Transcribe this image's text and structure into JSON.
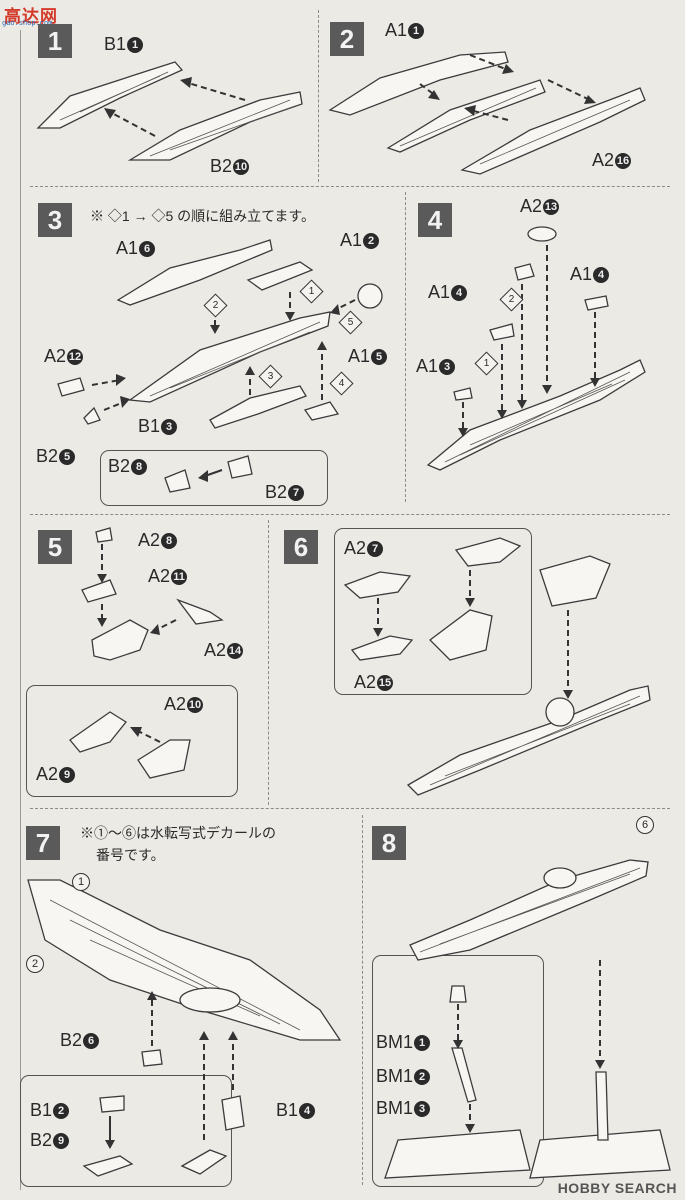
{
  "site_logo": {
    "text": "高达网",
    "url": "gao.shop.com"
  },
  "watermark": "HOBBY SEARCH",
  "steps": [
    {
      "num": "1",
      "labels": [
        {
          "text": "B1",
          "n": "1"
        },
        {
          "text": "B2",
          "n": "10"
        }
      ]
    },
    {
      "num": "2",
      "labels": [
        {
          "text": "A1",
          "n": "1"
        },
        {
          "text": "A2",
          "n": "16"
        }
      ]
    },
    {
      "num": "3",
      "note": "※ ◇1 → ◇5 の順に組み立てます。",
      "labels": [
        {
          "text": "A1",
          "n": "6"
        },
        {
          "text": "A1",
          "n": "2"
        },
        {
          "text": "A2",
          "n": "12"
        },
        {
          "text": "A1",
          "n": "5"
        },
        {
          "text": "B1",
          "n": "3"
        },
        {
          "text": "B2",
          "n": "5"
        },
        {
          "text": "B2",
          "n": "8"
        },
        {
          "text": "B2",
          "n": "7"
        }
      ],
      "order": [
        "1",
        "2",
        "3",
        "4",
        "5"
      ]
    },
    {
      "num": "4",
      "labels": [
        {
          "text": "A2",
          "n": "13"
        },
        {
          "text": "A1",
          "n": "4"
        },
        {
          "text": "A1",
          "n": "4"
        },
        {
          "text": "A1",
          "n": "3"
        }
      ],
      "order": [
        "1",
        "2"
      ]
    },
    {
      "num": "5",
      "labels": [
        {
          "text": "A2",
          "n": "8"
        },
        {
          "text": "A2",
          "n": "11"
        },
        {
          "text": "A2",
          "n": "14"
        },
        {
          "text": "A2",
          "n": "10"
        },
        {
          "text": "A2",
          "n": "9"
        }
      ]
    },
    {
      "num": "6",
      "labels": [
        {
          "text": "A2",
          "n": "7"
        },
        {
          "text": "A2",
          "n": "15"
        }
      ]
    },
    {
      "num": "7",
      "note_line1": "※①〜⑥は水転写式デカールの",
      "note_line2": "番号です。",
      "decals": [
        "1",
        "2"
      ],
      "labels": [
        {
          "text": "B2",
          "n": "6"
        },
        {
          "text": "B1",
          "n": "4"
        },
        {
          "text": "B1",
          "n": "2"
        },
        {
          "text": "B2",
          "n": "9"
        }
      ]
    },
    {
      "num": "8",
      "decals": [
        "6"
      ],
      "labels": [
        {
          "text": "BM1",
          "n": "1"
        },
        {
          "text": "BM1",
          "n": "2"
        },
        {
          "text": "BM1",
          "n": "3"
        }
      ]
    }
  ]
}
